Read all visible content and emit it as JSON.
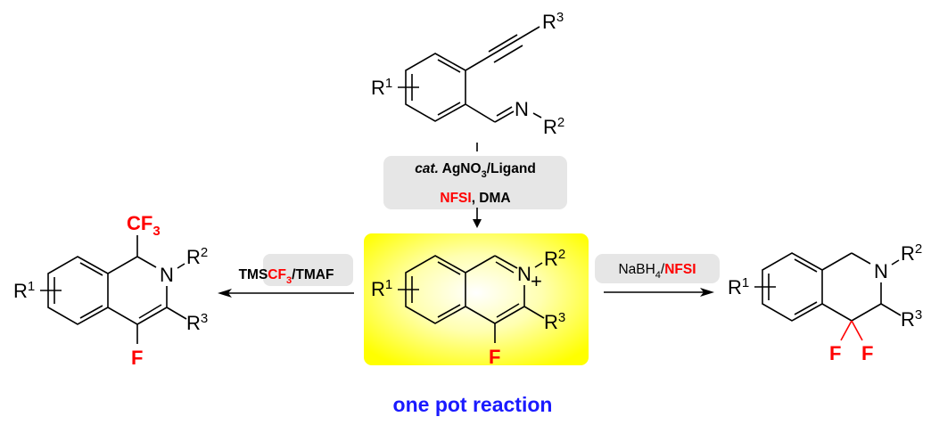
{
  "starting_material": {
    "r1": "R",
    "r1_num": "1",
    "r2": "R",
    "r2_num": "2",
    "r3": "R",
    "r3_num": "3",
    "n": "N"
  },
  "step1_conditions": {
    "line1_italic": "cat.",
    "line1_a": " AgNO",
    "line1_sub": "3",
    "line1_b": "/Ligand",
    "line2_red": "NFSI",
    "line2_rest": ", DMA"
  },
  "intermediate": {
    "r1": "R",
    "r1_num": "1",
    "r2": "R",
    "r2_num": "2",
    "r3": "R",
    "r3_num": "3",
    "n": "N",
    "charge": "+",
    "f": "F"
  },
  "left_conditions": {
    "a": "TMS",
    "red": "CF",
    "red_sub": "3",
    "b": "/TMAF"
  },
  "left_product": {
    "r1": "R",
    "r1_num": "1",
    "r2": "R",
    "r2_num": "2",
    "r3": "R",
    "r3_num": "3",
    "n": "N",
    "f": "F",
    "cf": "CF",
    "cf_sub": "3"
  },
  "right_conditions": {
    "a": "NaBH",
    "a_sub": "4",
    "sep": "/",
    "red": "NFSI"
  },
  "right_product": {
    "r1": "R",
    "r1_num": "1",
    "r2": "R",
    "r2_num": "2",
    "r3": "R",
    "r3_num": "3",
    "n": "N",
    "f1": "F",
    "f2": "F"
  },
  "caption": "one pot reaction",
  "colors": {
    "highlight": "#ffff00",
    "red": "#ff0000",
    "blue": "#1a1aff",
    "box": "#e6e6e6"
  }
}
